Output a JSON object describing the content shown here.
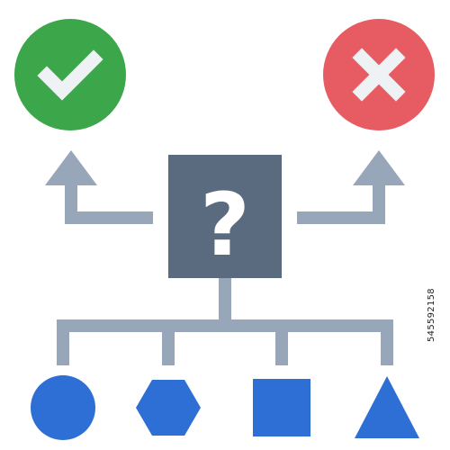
{
  "decision": {
    "symbol": "?"
  },
  "outcomes": [
    {
      "name": "accept",
      "icon": "check-icon",
      "color": "#3ba64a"
    },
    {
      "name": "reject",
      "icon": "cross-icon",
      "color": "#e75b62"
    }
  ],
  "inputs": [
    {
      "shape": "circle",
      "color": "#2e6fd6"
    },
    {
      "shape": "hexagon",
      "color": "#2e6fd6"
    },
    {
      "shape": "square",
      "color": "#2e6fd6"
    },
    {
      "shape": "triangle",
      "color": "#2e6fd6"
    }
  ],
  "colors": {
    "connector": "#97a6b9",
    "decision_box": "#5a6b80",
    "symbol": "#ffffff"
  },
  "watermark": {
    "id_text": "545592158"
  }
}
